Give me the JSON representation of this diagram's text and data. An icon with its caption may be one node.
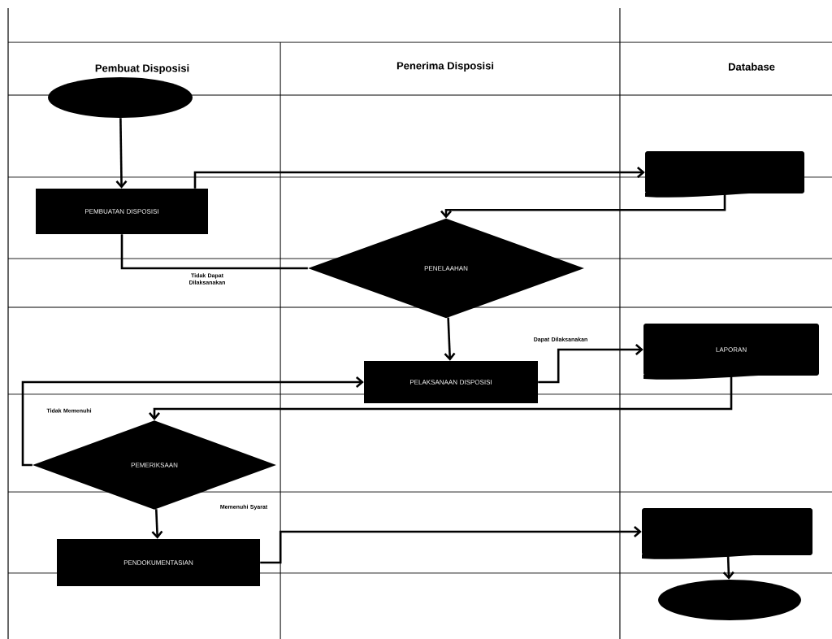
{
  "diagram": {
    "nodes": [
      {
        "text": [],
        "shape": "ellipse"
      },
      {
        "text": [
          "PEMBUATAN DISPOSISI"
        ]
      },
      {
        "text": [],
        "shape": "document"
      },
      {
        "text": [
          "PENELAAHAN"
        ]
      },
      {
        "text": [
          "PELAKSANAAN DISPOSISI"
        ]
      },
      {
        "text": [
          "LAPORAN"
        ]
      },
      {
        "text": [
          "PEMERIKSAAN"
        ]
      },
      {
        "text": [
          "PENDOKUMENTASIAN"
        ]
      },
      {
        "text": [],
        "shape": "document"
      },
      {
        "text": [],
        "shape": "ellipse"
      }
    ],
    "edges": [
      {
        "from": 0,
        "to": 1,
        "arrow": "to"
      },
      {
        "from": 1,
        "to": 2,
        "arrow": "to"
      },
      {
        "from": 2,
        "to": 3,
        "arrow": "to"
      },
      {
        "from": 3,
        "to": 1,
        "arrow": "none",
        "label": "Tidak Dapat Dilaksanakan"
      },
      {
        "from": 3,
        "to": 4,
        "arrow": "to"
      },
      {
        "from": 4,
        "to": 5,
        "arrow": "to",
        "label": "Dapat Dilaksanakan"
      },
      {
        "from": 5,
        "to": 6,
        "arrow": "to"
      },
      {
        "from": 6,
        "to": 4,
        "arrow": "to",
        "label": "Tidak Memenuhi"
      },
      {
        "from": 6,
        "to": 7,
        "arrow": "to"
      },
      {
        "from": 7,
        "to": 8,
        "arrow": "to",
        "label": "Memenuhi Syarat"
      },
      {
        "from": 8,
        "to": 9,
        "arrow": "to"
      }
    ],
    "labels": [
      "Pembuat Disposisi",
      "Penerima Disposisi",
      "Database"
    ]
  }
}
